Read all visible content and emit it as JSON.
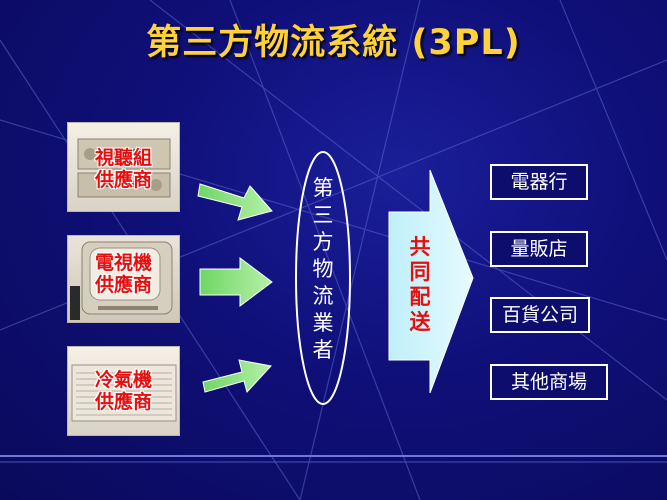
{
  "title": "第三方物流系統 (3PL)",
  "suppliers": [
    {
      "label_line1": "視聽組",
      "label_line2": "供應商"
    },
    {
      "label_line1": "電視機",
      "label_line2": "供應商"
    },
    {
      "label_line1": "冷氣機",
      "label_line2": "供應商"
    }
  ],
  "center": {
    "chars": [
      "第",
      "三",
      "方",
      "物",
      "流",
      "業",
      "者"
    ]
  },
  "distribution": {
    "chars": [
      "共",
      "同",
      "配",
      "送"
    ]
  },
  "destinations": [
    "電器行",
    "量販店",
    "百貨公司",
    "其他商場"
  ],
  "colors": {
    "background": "#0d0d6e",
    "title": "#ffd23a",
    "label_red": "#e41010",
    "arrow_green": "#86e07a",
    "arrow_cyan": "#d4f7ff"
  }
}
